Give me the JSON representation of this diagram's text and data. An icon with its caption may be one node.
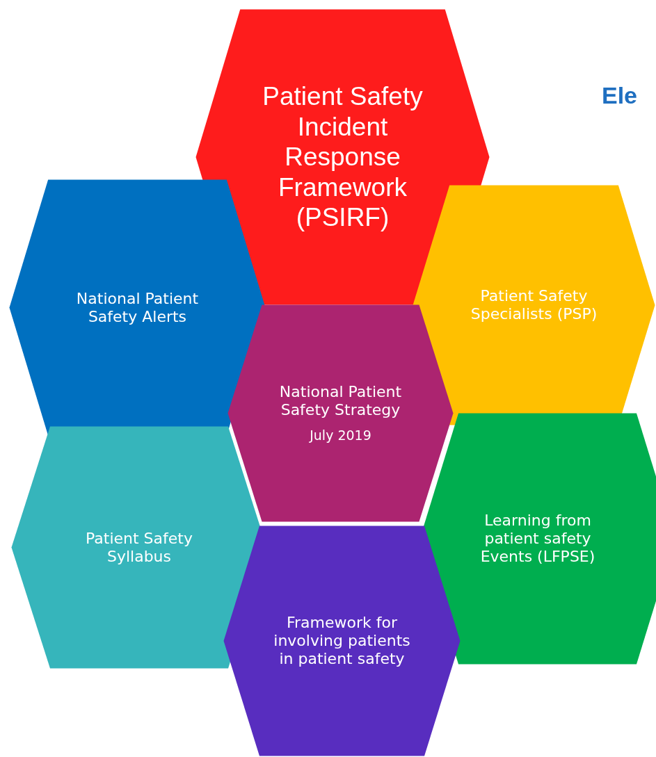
{
  "diagram": {
    "nodes": [
      {
        "text": [
          "Patient Safety Incident Response Framework (PSIRF)"
        ]
      },
      {
        "text": [
          "National Patient Safety Alerts"
        ]
      },
      {
        "text": [
          "Patient Safety Specialists (PSP)"
        ]
      },
      {
        "text": [
          "National Patient Safety Strategy",
          "July 2019"
        ]
      },
      {
        "text": [
          "Patient Safety Syllabus"
        ]
      },
      {
        "text": [
          "Learning from patient safety Events (LFPSE)"
        ]
      },
      {
        "text": [
          "Framework for involving patients in patient safety"
        ]
      }
    ],
    "labels": [
      "Ele"
    ]
  }
}
